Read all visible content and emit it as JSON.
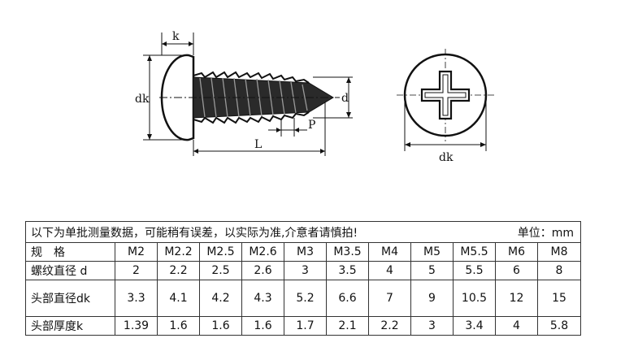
{
  "diagram": {
    "label_k": "k",
    "label_dk_side": "dk",
    "label_d": "d",
    "label_P": "P",
    "label_L": "L",
    "label_dk_front": "dk"
  },
  "table": {
    "notice": "以下为单批测量数据，可能稍有误差，以实际为准,介意者请慎拍!",
    "unit": "单位：mm",
    "header_label": "规　格",
    "sizes": [
      "M2",
      "M2.2",
      "M2.5",
      "M2.6",
      "M3",
      "M3.5",
      "M4",
      "M5",
      "M5.5",
      "M6",
      "M8"
    ],
    "rows": [
      {
        "label": "螺纹直径 d",
        "values": [
          "2",
          "2.2",
          "2.5",
          "2.6",
          "3",
          "3.5",
          "4",
          "5",
          "5.5",
          "6",
          "8"
        ]
      },
      {
        "label": "头部直径dk",
        "values": [
          "3.3",
          "4.1",
          "4.2",
          "4.3",
          "5.2",
          "6.6",
          "7",
          "9",
          "10.5",
          "12",
          "15"
        ]
      },
      {
        "label": "头部厚度k",
        "values": [
          "1.39",
          "1.6",
          "1.6",
          "1.6",
          "1.7",
          "2.1",
          "2.2",
          "3",
          "3.4",
          "4",
          "5.8"
        ]
      }
    ]
  }
}
